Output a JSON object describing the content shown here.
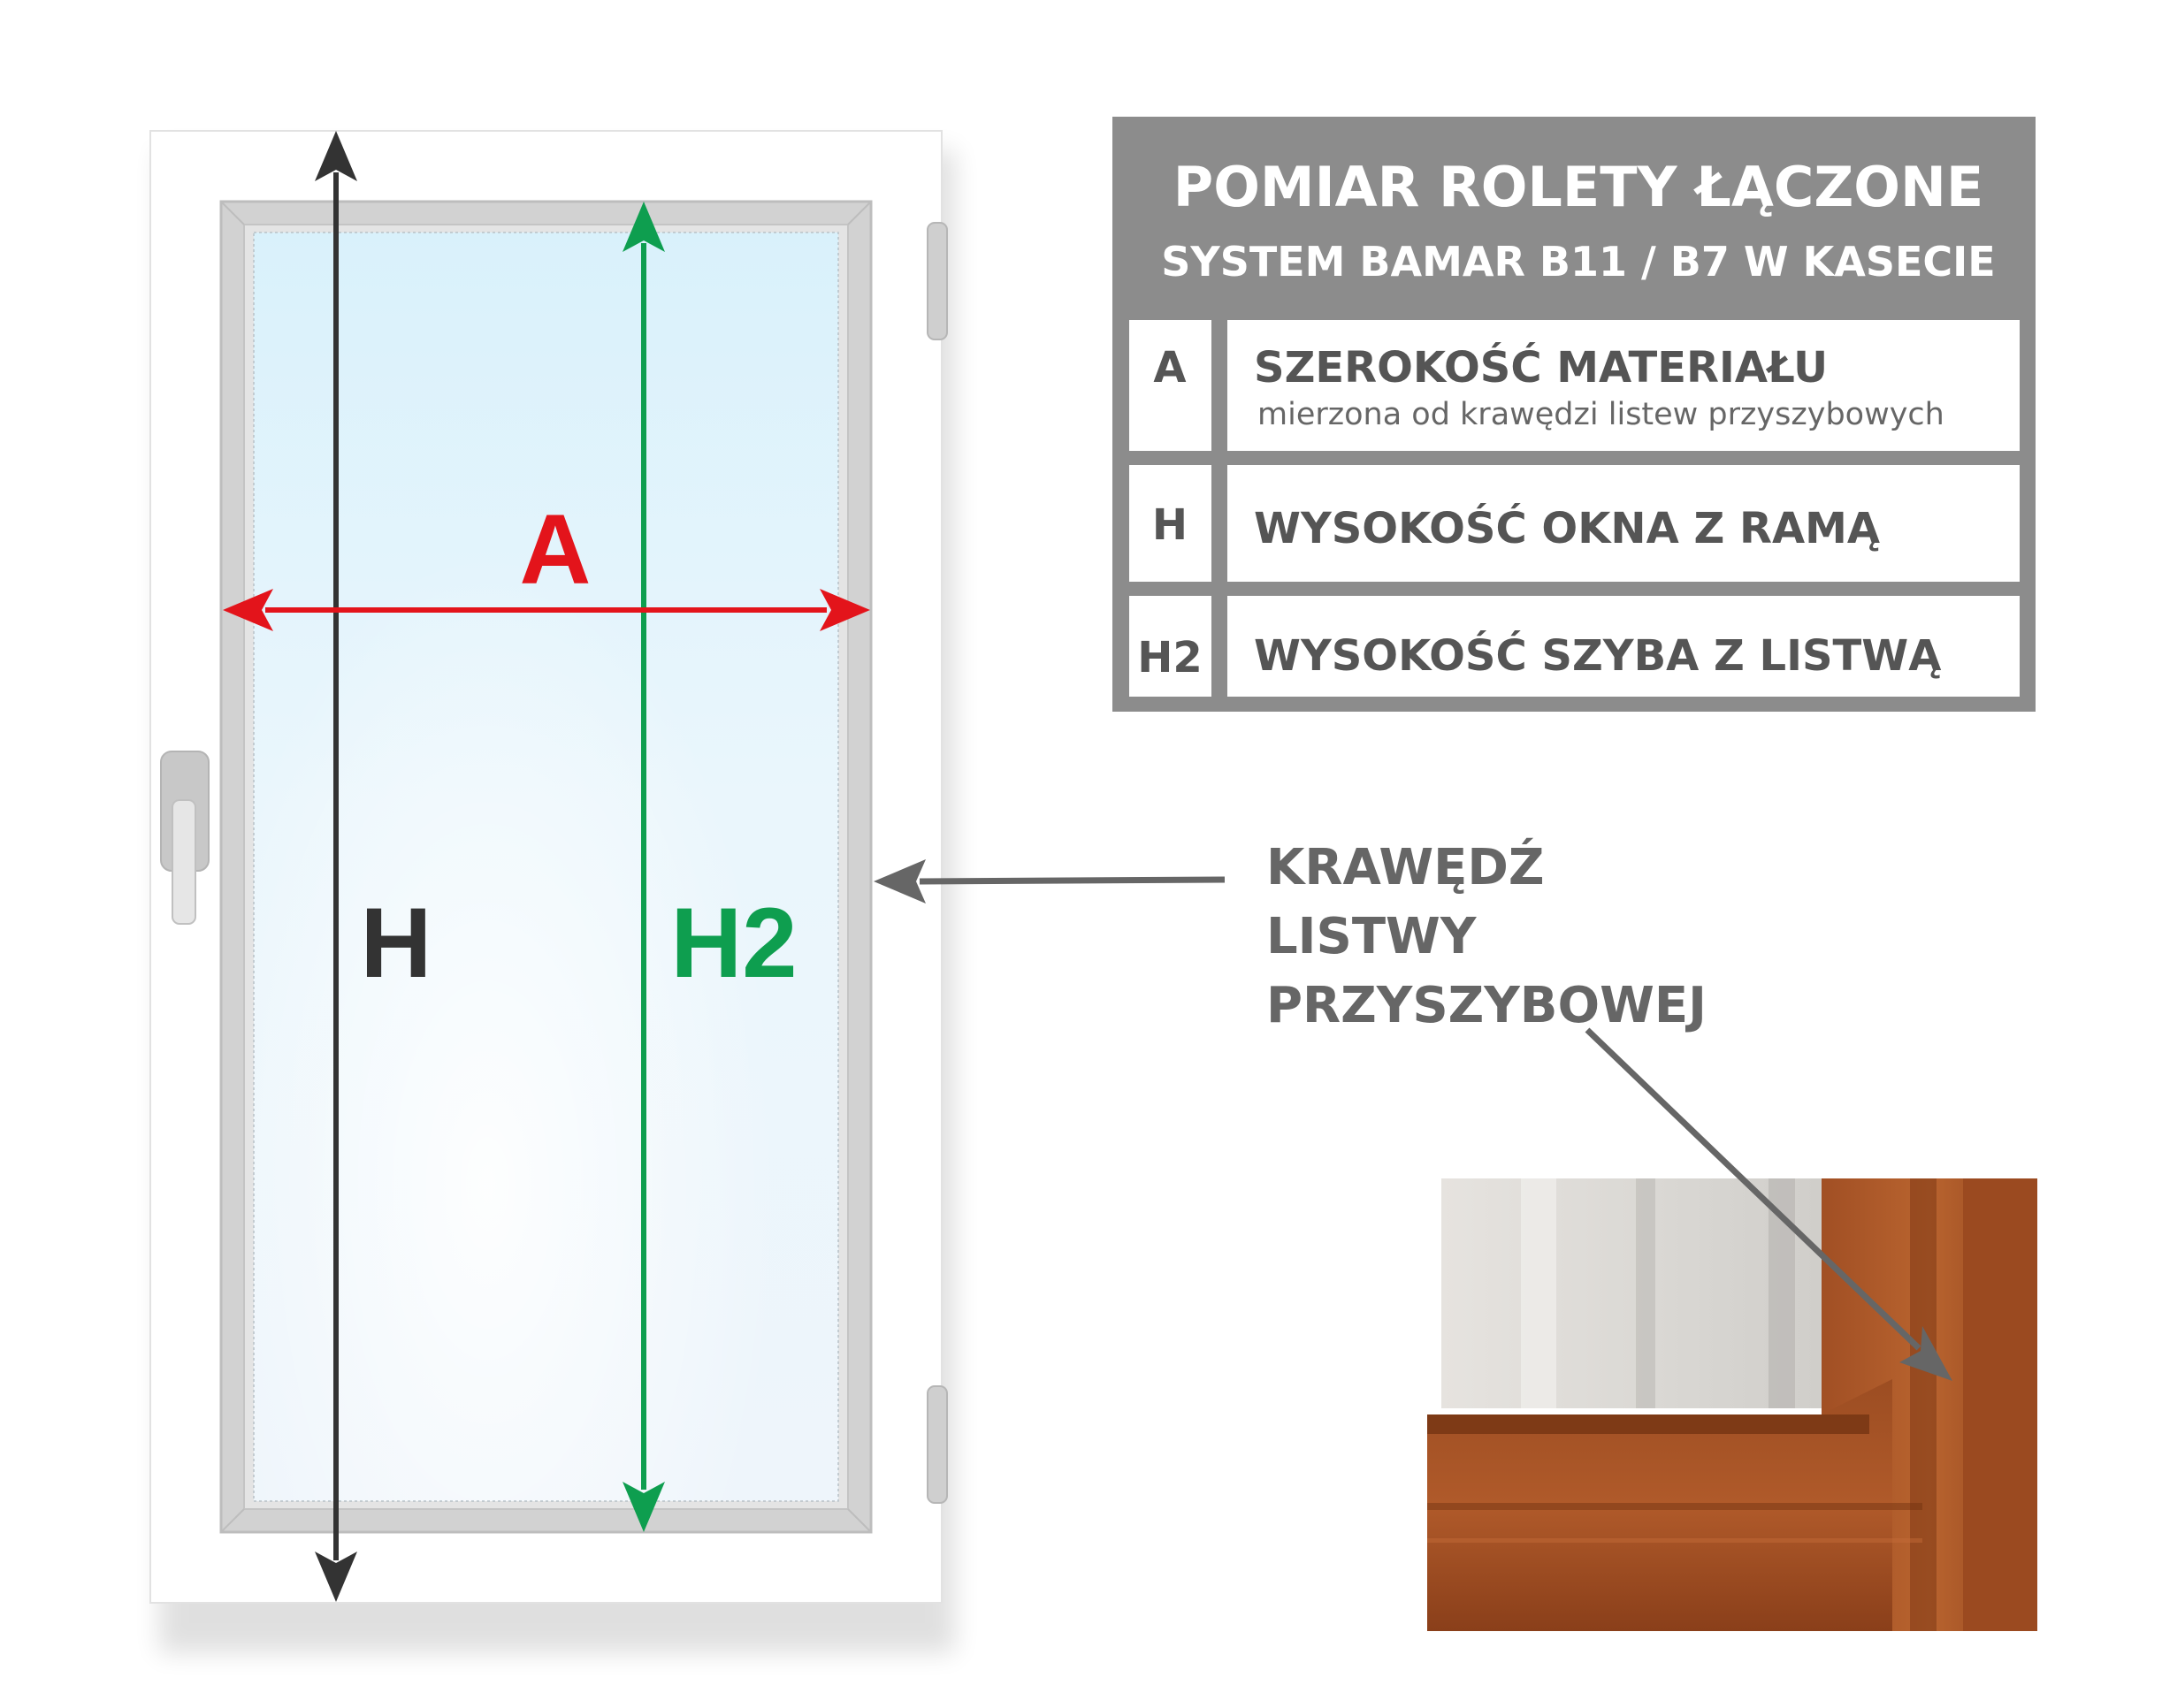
{
  "labels": {
    "a": "A",
    "h": "H",
    "h2": "H2"
  },
  "colors": {
    "a_arrow": "#e3141b",
    "h_arrow": "#333333",
    "h2_arrow": "#0e9e4f",
    "table_grey": "#8c8c8c",
    "callout_grey": "#666666"
  },
  "table": {
    "title": "POMIAR ROLETY ŁĄCZONE",
    "subtitle": "SYSTEM BAMAR B11 / B7 W KASECIE",
    "rows": [
      {
        "key": "A",
        "label": "SZEROKOŚĆ MATERIAŁU",
        "sub": "mierzona od krawędzi listew przyszybowych"
      },
      {
        "key": "H",
        "label": "WYSOKOŚĆ OKNA Z RAMĄ",
        "sub": ""
      },
      {
        "key": "H2",
        "label": "WYSOKOŚĆ SZYBA Z LISTWĄ",
        "sub": ""
      }
    ]
  },
  "callout": {
    "lines": [
      "KRAWĘDŹ",
      "LISTWY",
      "PRZYSZYBOWEJ"
    ]
  }
}
